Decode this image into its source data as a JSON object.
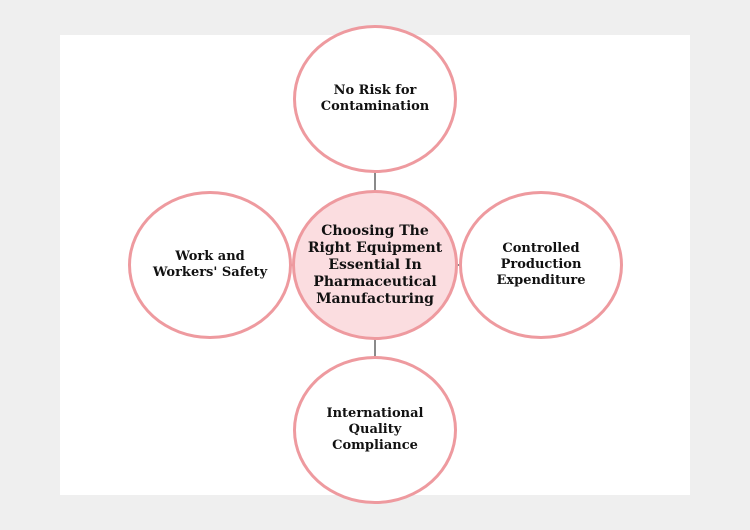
{
  "diagram": {
    "center": {
      "label": "Choosing The Right Equipment Essential In Pharmaceutical Manufacturing"
    },
    "nodes": {
      "top": {
        "label": "No Risk for Contamination"
      },
      "right": {
        "label": "Controlled Production Expenditure"
      },
      "bottom": {
        "label": "International Quality Compliance"
      },
      "left": {
        "label": "Work and Workers' Safety"
      }
    },
    "colors": {
      "background": "#efefef",
      "canvas": "#ffffff",
      "circle_border": "#ee9a9f",
      "center_fill": "#fbdde0",
      "outer_fill": "#ffffff",
      "connector": "#8a8a8a",
      "text": "#111111"
    }
  }
}
